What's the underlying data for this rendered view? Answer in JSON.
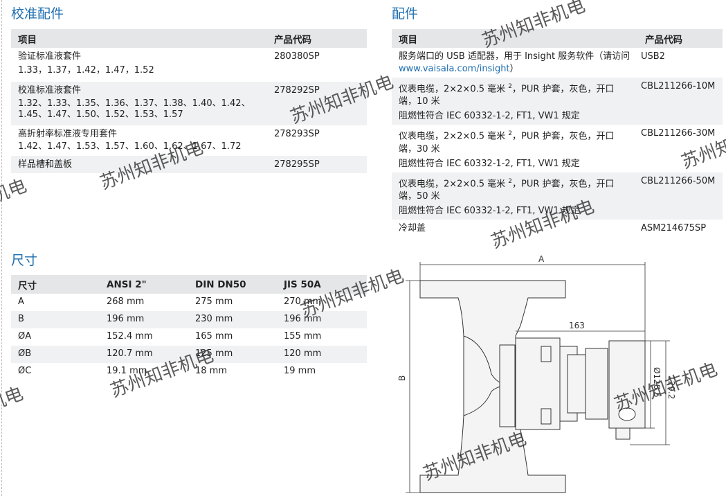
{
  "calib": {
    "title": "校准配件",
    "headers": [
      "项目",
      "产品代码"
    ],
    "rows": [
      {
        "name": "验证标准液套件",
        "detail": "1.33，1.37，1.42，1.47，1.52",
        "code": "280380SP"
      },
      {
        "name": "校准标准液套件",
        "detail": "1.32、1.33、1.35、1.36、1.37、1.38、1.40、1.42、1.45、1.47、1.50、1.52、1.53、1.57",
        "code": "278292SP"
      },
      {
        "name": "高折射率标准液专用套件",
        "detail": "1.42、1.47、1.53、1.57、1.60、1.62、1.67、1.72",
        "code": "278293SP"
      },
      {
        "name": "样品槽和盖板",
        "detail": "",
        "code": "278295SP"
      }
    ]
  },
  "acc": {
    "title": "配件",
    "headers": [
      "项目",
      "产品代码"
    ],
    "row1": {
      "text": "服务端口的 USB 适配器，用于 Insight 服务软件（请访问 ",
      "link": "www.vaisala.com/insight",
      "tail": "）",
      "code": "USB2"
    },
    "cables": [
      {
        "pre": "仪表电缆，2×2×0.5 毫米 ",
        "sup": "2",
        "post": "，PUR 护套，灰色，开口端，10 米",
        "note": "阻燃性符合 IEC 60332-1-2, FT1, VW1 规定",
        "code": "CBL211266-10M"
      },
      {
        "pre": "仪表电缆，2×2×0.5 毫米 ",
        "sup": "2",
        "post": "，PUR 护套，灰色，开口端，30 米",
        "note": "阻燃性符合 IEC 60332-1-2, FT1, VW1 规定",
        "code": "CBL211266-30M"
      },
      {
        "pre": "仪表电缆，2×2×0.5 毫米 ",
        "sup": "2",
        "post": "，PUR 护套，灰色，开口端，50 米",
        "note": "阻燃性符合 IEC 60332-1-2, FT1, VW1 规定",
        "code": "CBL211266-50M"
      }
    ],
    "last": {
      "name": "冷却盖",
      "code": "ASM214675SP"
    }
  },
  "dims": {
    "title": "尺寸",
    "headers": [
      "尺寸",
      "ANSI 2\"",
      "DIN DN50",
      "JIS 50A"
    ],
    "rows": [
      [
        "A",
        "268 mm",
        "275 mm",
        "270 mm"
      ],
      [
        "B",
        "196 mm",
        "230 mm",
        "196 mm"
      ],
      [
        "ØA",
        "152.4 mm",
        "165 mm",
        "155 mm"
      ],
      [
        "ØB",
        "120.7 mm",
        "125 mm",
        "120 mm"
      ],
      [
        "ØC",
        "19.1 mm",
        "18 mm",
        "19 mm"
      ]
    ]
  },
  "drawing": {
    "a": "A",
    "b": "B",
    "d163": "163",
    "d1": "Ø128.5",
    "d2": "129.2"
  },
  "watermark": "苏州知非机电"
}
